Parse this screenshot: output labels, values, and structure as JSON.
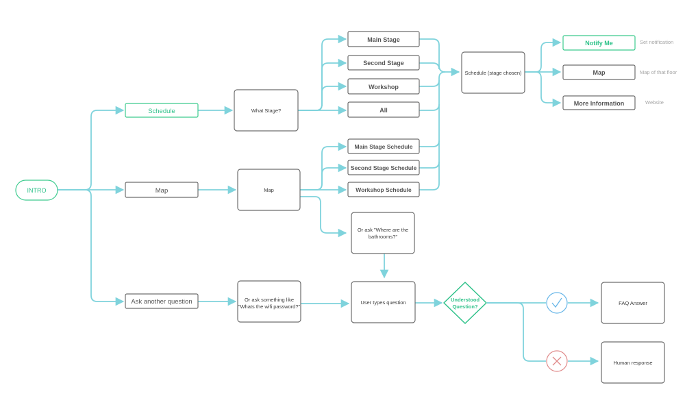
{
  "colors": {
    "connector": "#7fd3dc",
    "accent_green": "#2fc28a",
    "box_border": "#6d6d6d",
    "check_blue": "#67b6e8",
    "cross_red": "#e08a8a"
  },
  "nodes": {
    "intro": "INTRO",
    "schedule": "Schedule",
    "map_option": "Map",
    "ask_option": "Ask another question",
    "what_stage": "What Stage?",
    "map_screen": "Map",
    "ask_prompt_line1": "Or ask something like",
    "ask_prompt_line2": "\"Whats the wifi password?\"",
    "main_stage": "Main Stage",
    "second_stage": "Second Stage",
    "workshop": "Workshop",
    "all": "All",
    "main_stage_schedule": "Main Stage Schedule",
    "second_stage_schedule": "Second Stage Schedule",
    "workshop_schedule": "Workshop Schedule",
    "bathrooms_line1": "Or ask \"Where are the",
    "bathrooms_line2": "bathrooms?\"",
    "schedule_stage_chosen": "Schedule (stage chosen)",
    "user_types_question": "User types question",
    "understood_line1": "Understood",
    "understood_line2": "Question?",
    "notify_me": "Notify Me",
    "map_result": "Map",
    "more_information": "More Information",
    "faq_answer": "FAQ Answer",
    "human_response": "Human response"
  },
  "notes": {
    "set_notification": "Set notification",
    "map_of_floor": "Map of that floor",
    "website": "Website"
  },
  "icons": {
    "yes": "check-icon",
    "no": "cross-icon"
  }
}
